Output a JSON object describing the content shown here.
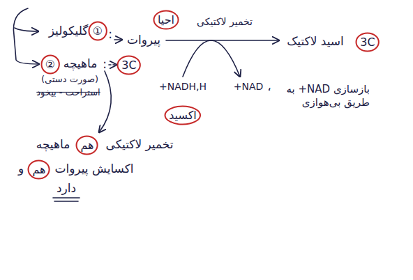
{
  "diagram": {
    "nodes": [
      {
        "text": [
          "①"
        ]
      },
      {
        "text": [
          "احیا"
        ]
      },
      {
        "text": [
          "3C"
        ]
      },
      {
        "text": [
          "②"
        ]
      },
      {
        "text": [
          "3C"
        ]
      },
      {
        "text": [
          "اکسید"
        ]
      },
      {
        "text": [
          "هم"
        ]
      },
      {
        "text": [
          "هم"
        ]
      }
    ],
    "labels": [
      "گلیکولیز",
      "پیروات",
      "تخمیر لاکتیکی",
      "اسید لاکتیک",
      "NADH,H+",
      "NAD+",
      "،",
      "بازسازی NAD+ به طریق بی‌هوازی",
      "ماهیچه",
      ":",
      ":",
      "(صورت دستی)",
      "استراحت - بیخود",
      "ماهیچه",
      "تخمیر لاکتیکی",
      "و",
      "اکسایش پیروات",
      "دارد"
    ]
  }
}
